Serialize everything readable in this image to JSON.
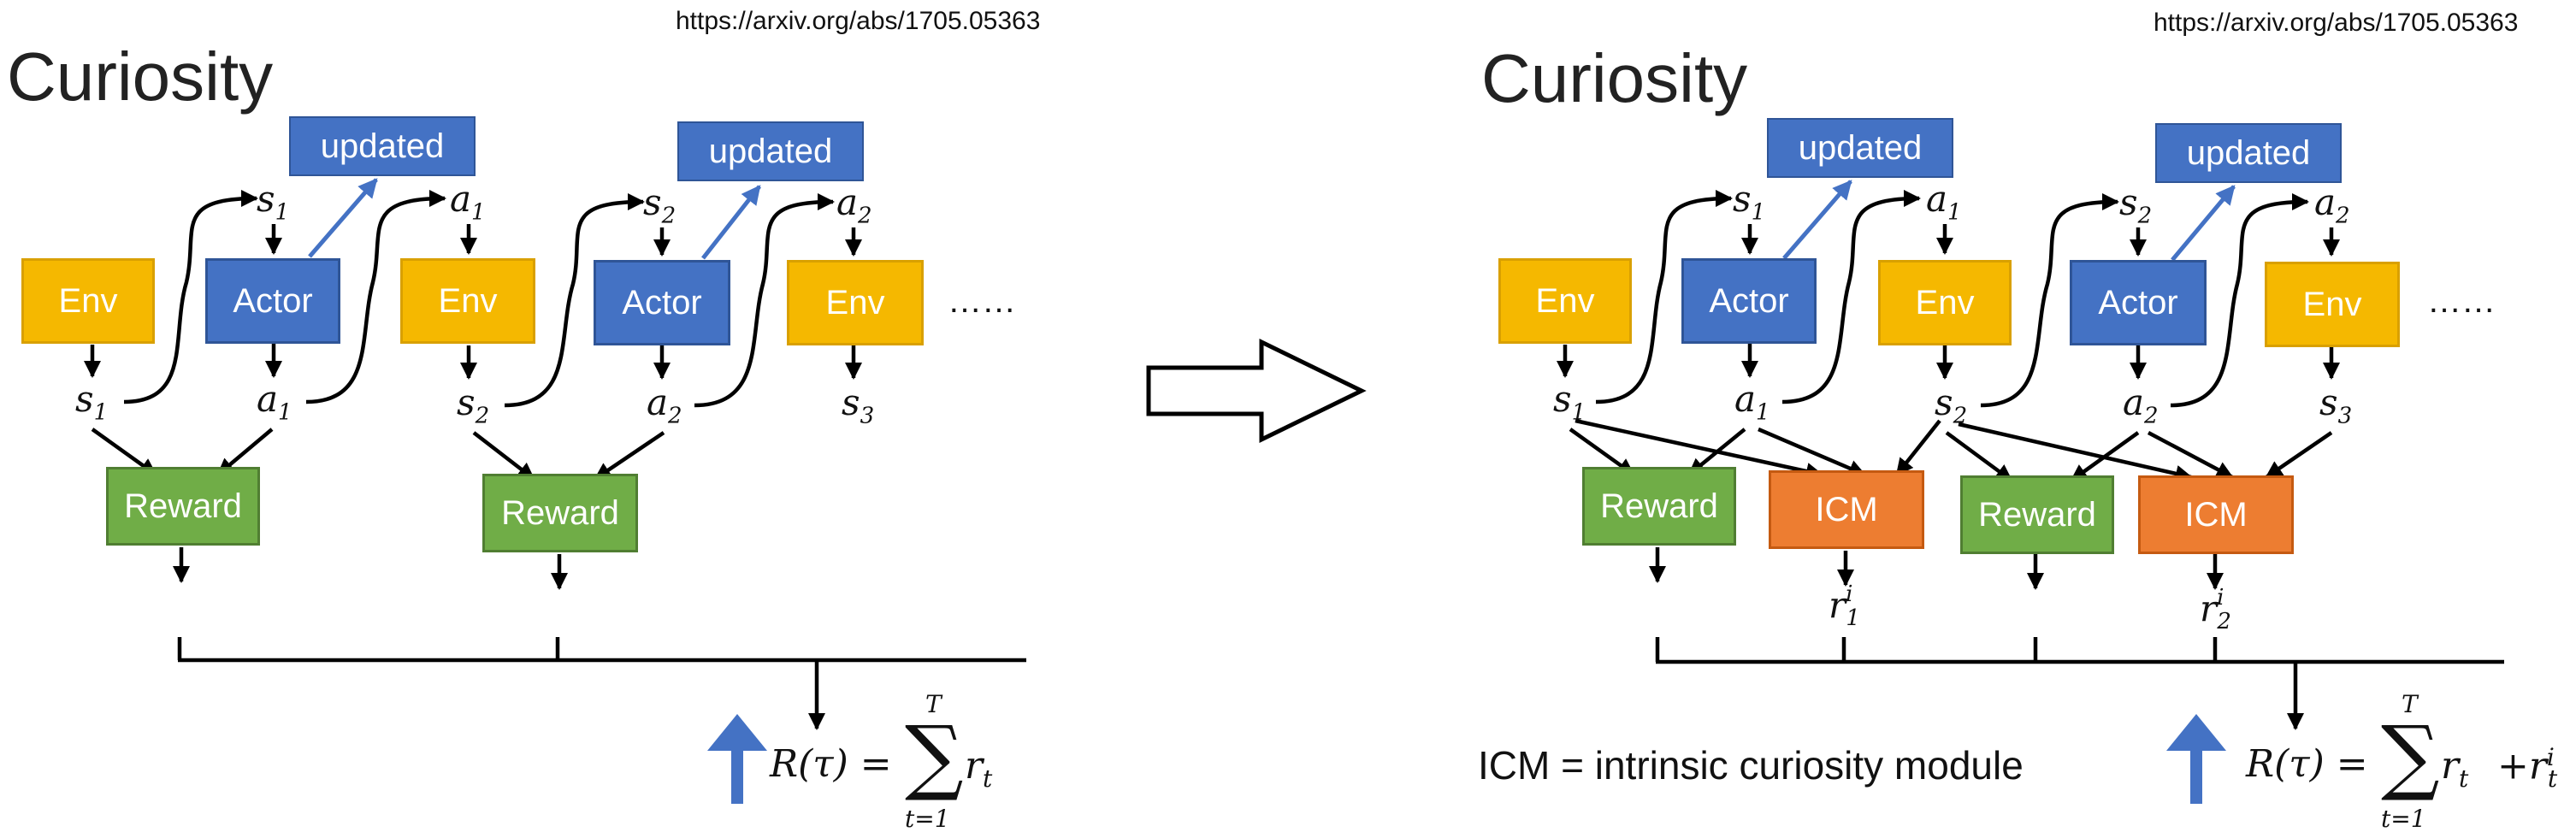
{
  "left": {
    "url": "https://arxiv.org/abs/1705.05363",
    "title": "Curiosity",
    "nodes": {
      "env1": "Env",
      "actor1": "Actor",
      "env2": "Env",
      "actor2": "Actor",
      "env3": "Env",
      "updated1": "updated",
      "updated2": "updated",
      "reward1": "Reward",
      "reward2": "Reward",
      "dots": "……"
    },
    "vars": {
      "s1_top": "s",
      "s1_top_sub": "1",
      "a1_top": "a",
      "a1_top_sub": "1",
      "s2_top": "s",
      "s2_top_sub": "2",
      "a2_top": "a",
      "a2_top_sub": "2",
      "s1_bot": "s",
      "s1_bot_sub": "1",
      "a1_bot": "a",
      "a1_bot_sub": "1",
      "s2_bot": "s",
      "s2_bot_sub": "2",
      "a2_bot": "a",
      "a2_bot_sub": "2",
      "s3_bot": "s",
      "s3_bot_sub": "3"
    },
    "formula": {
      "lhs": "R(τ) =",
      "sigma": "∑",
      "upper": "T",
      "lower": "t=1",
      "term": "r",
      "term_sub": "t"
    }
  },
  "right": {
    "url": "https://arxiv.org/abs/1705.05363",
    "title": "Curiosity",
    "nodes": {
      "env1": "Env",
      "actor1": "Actor",
      "env2": "Env",
      "actor2": "Actor",
      "env3": "Env",
      "updated1": "updated",
      "updated2": "updated",
      "reward1": "Reward",
      "reward2": "Reward",
      "icm1": "ICM",
      "icm2": "ICM",
      "dots": "……"
    },
    "vars": {
      "s1_top": "s",
      "s1_top_sub": "1",
      "a1_top": "a",
      "a1_top_sub": "1",
      "s2_top": "s",
      "s2_top_sub": "2",
      "a2_top": "a",
      "a2_top_sub": "2",
      "s1_bot": "s",
      "s1_bot_sub": "1",
      "a1_bot": "a",
      "a1_bot_sub": "1",
      "s2_bot": "s",
      "s2_bot_sub": "2",
      "a2_bot": "a",
      "a2_bot_sub": "2",
      "s3_bot": "s",
      "s3_bot_sub": "3",
      "r1": "r",
      "r1_sup": "i",
      "r1_sub": "1",
      "r2": "r",
      "r2_sup": "i",
      "r2_sub": "2"
    },
    "note": "ICM = intrinsic curiosity module",
    "formula": {
      "lhs": "R(τ) =",
      "sigma": "∑",
      "upper": "T",
      "lower": "t=1",
      "term": "r",
      "term_sub": "t",
      "extra": "+r",
      "extra_sup": "i",
      "extra_sub": "t"
    }
  },
  "colors": {
    "env": "#f5b800",
    "actor": "#4472c4",
    "reward": "#70ad47",
    "icm": "#ed7d31",
    "up_arrow": "#4472c4"
  }
}
